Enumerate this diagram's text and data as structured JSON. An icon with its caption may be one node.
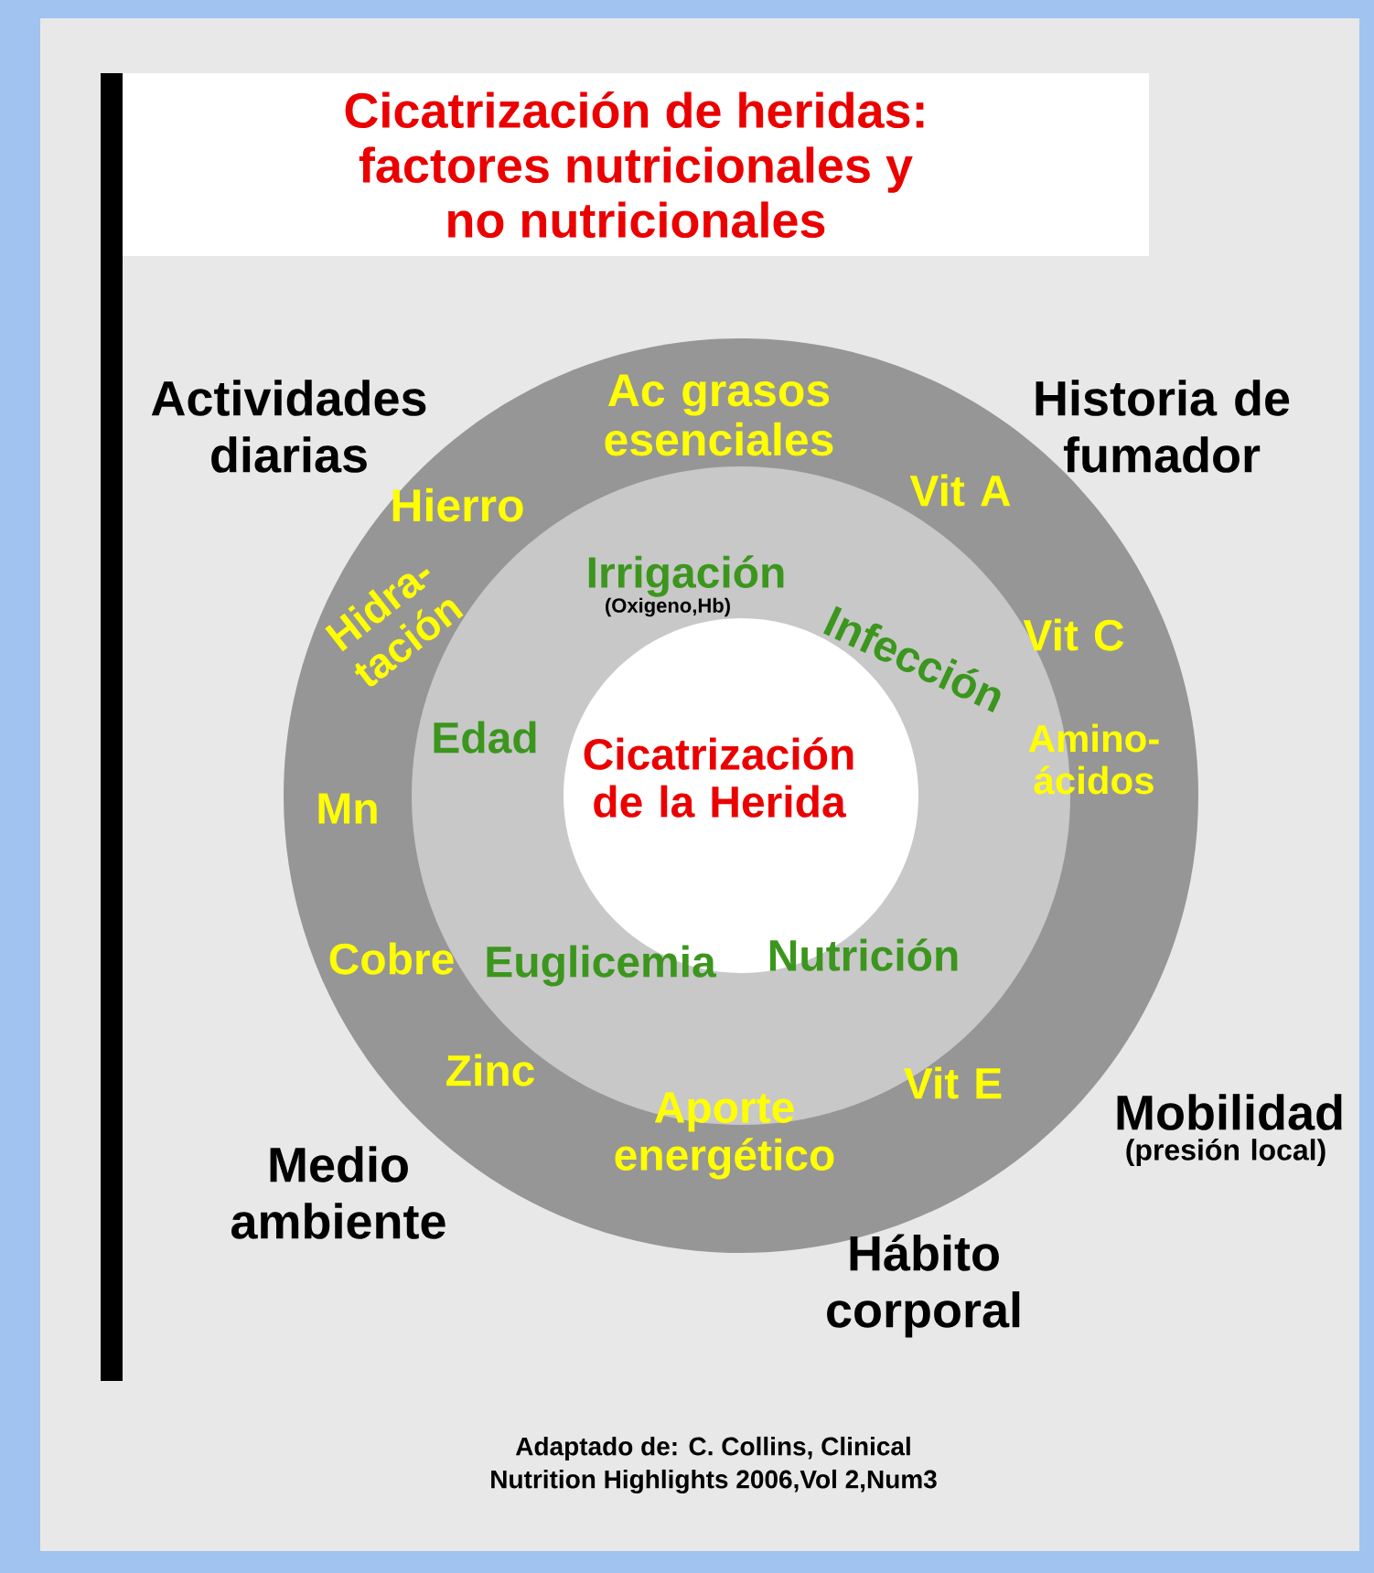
{
  "diagram": {
    "title": "Cicatrización de heridas: factores nutricionales y no nutricionales",
    "nodes": [
      {
        "text": [
          "Ac grasos esenciales",
          "Hierro",
          "Vit A",
          "Hidra- tación",
          "Vit C",
          "Amino- ácidos",
          "Mn",
          "Cobre",
          "Zinc",
          "Vit E",
          "Aporte energético"
        ]
      },
      {
        "text": [
          "Irrigación",
          "(Oxigeno,Hb)",
          "Infección",
          "Edad",
          "Euglicemia",
          "Nutrición"
        ],
        "in": 0
      },
      {
        "text": [
          "Cicatrización de la Herida"
        ],
        "in": 1
      }
    ],
    "labels": [
      "Actividades diarias",
      "Historia de fumador",
      "Mobilidad",
      "(presión local)",
      "Medio ambiente",
      "Hábito corporal"
    ],
    "caption": "Adaptado de: C. Collins, Clinical Nutrition Highlights 2006,Vol 2,Num3"
  }
}
